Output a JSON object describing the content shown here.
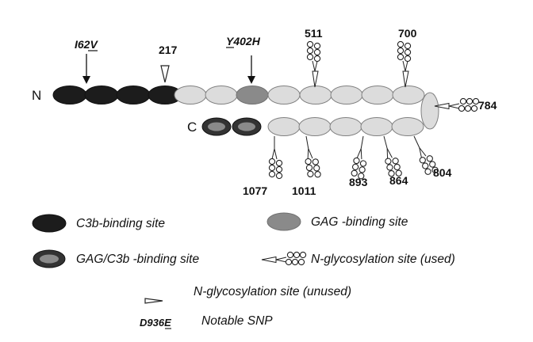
{
  "terminals": {
    "n": "N",
    "c": "C"
  },
  "snps": {
    "i62v": "I62V",
    "y402h": "Y402H"
  },
  "sites": {
    "s217": "217",
    "s511": "511",
    "s700": "700",
    "s784": "784",
    "s804": "804",
    "s864": "864",
    "s893": "893",
    "s1011": "1011",
    "s1077": "1077"
  },
  "legend": {
    "c3b": "C3b-binding site",
    "gag": "GAG -binding site",
    "gagc3b": "GAG/C3b -binding site",
    "nglyc_used": "N-glycosylation site (used)",
    "nglyc_unused": "N-glycosylation site (unused)",
    "snp_example": "D936E",
    "snp_desc": "Notable SNP"
  },
  "colors": {
    "c3b_domain": "#1c1c1c",
    "gag_domain": "#8a8a8a",
    "ccp_domain": "#dcdcdc",
    "outline": "#808080"
  }
}
